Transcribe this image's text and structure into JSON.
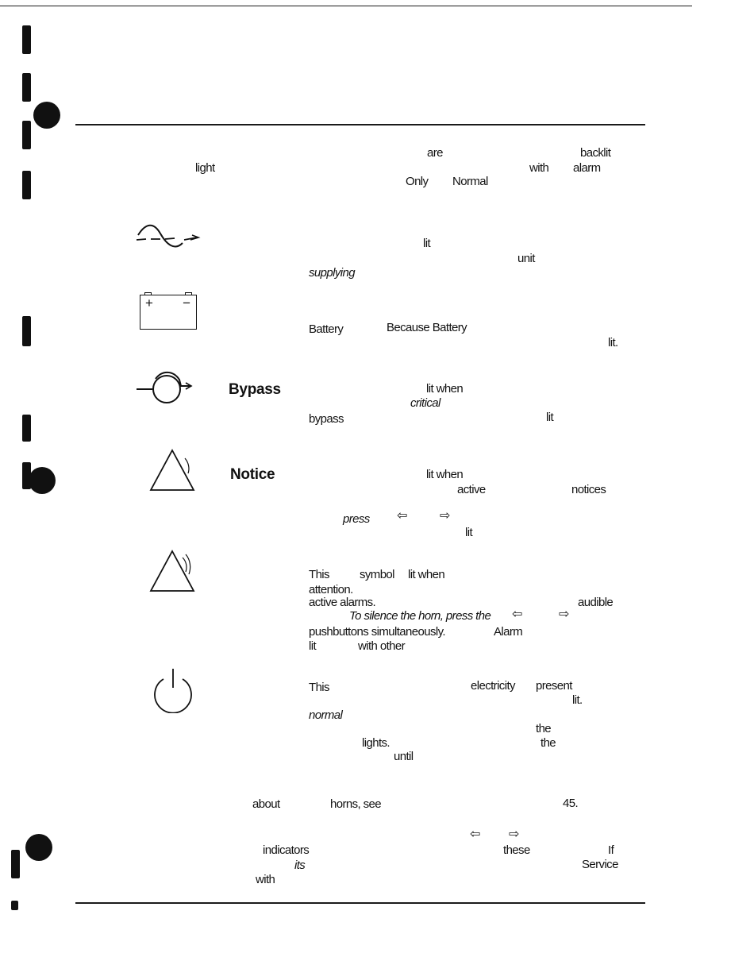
{
  "intro": {
    "frag_are": "are",
    "frag_backlit": "backlit",
    "frag_light": "light",
    "frag_with": "with",
    "frag_alarm": "alarm",
    "frag_only": "Only",
    "frag_normal": "Normal"
  },
  "indicators": [
    {
      "id": "normal",
      "icon": "sine-wave-icon",
      "label": "",
      "fragments": [
        "lit",
        "unit",
        "supplying"
      ]
    },
    {
      "id": "battery",
      "icon": "battery-icon",
      "label": "",
      "battery_plus": "+",
      "battery_minus": "−",
      "fragments": [
        "Battery",
        "Because Battery",
        "lit."
      ]
    },
    {
      "id": "bypass",
      "icon": "bypass-icon",
      "label": "Bypass",
      "fragments": [
        "lit when",
        "critical",
        "bypass",
        "lit"
      ]
    },
    {
      "id": "notice",
      "icon": "notice-triangle-icon",
      "label": "Notice",
      "fragments": [
        "lit when",
        "active",
        "notices",
        "press",
        "lit"
      ]
    },
    {
      "id": "alarm",
      "icon": "alarm-triangle-icon",
      "label": "",
      "fragments": [
        "This",
        "symbol",
        "lit when",
        "attention.",
        "active alarms.",
        "audible",
        "To silence the horn, press the",
        "pushbuttons simultaneously.",
        "Alarm",
        "lit",
        "with other"
      ]
    },
    {
      "id": "power",
      "icon": "power-icon",
      "label": "",
      "fragments": [
        "This",
        "electricity",
        "present",
        "lit.",
        "normal",
        "the",
        "lights.",
        "the",
        "until"
      ]
    }
  ],
  "footer": {
    "frag_about": "about",
    "frag_horns_see": "horns, see",
    "frag_page": "45.",
    "frag_indicators": "indicators",
    "frag_these": "these",
    "frag_if": "If",
    "frag_its": "its",
    "frag_service": "Service",
    "frag_with": "with"
  }
}
